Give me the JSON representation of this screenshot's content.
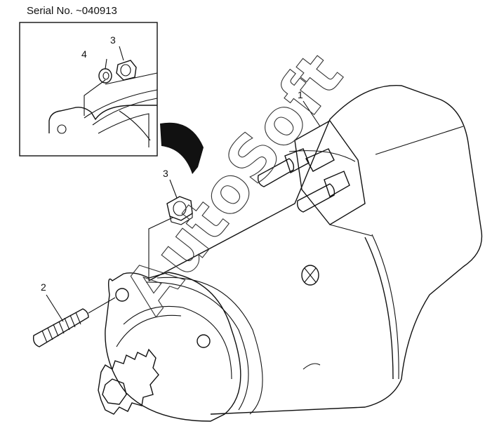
{
  "inset": {
    "serial_label": "Serial No. ~040913"
  },
  "callouts": {
    "c1": "1",
    "c2": "2",
    "c3_main": "3",
    "c3_inset": "3",
    "c4_inset": "4"
  },
  "watermark": "AutoSoft",
  "colors": {
    "ink": "#111111",
    "background": "#ffffff",
    "arrow": "#111111"
  }
}
